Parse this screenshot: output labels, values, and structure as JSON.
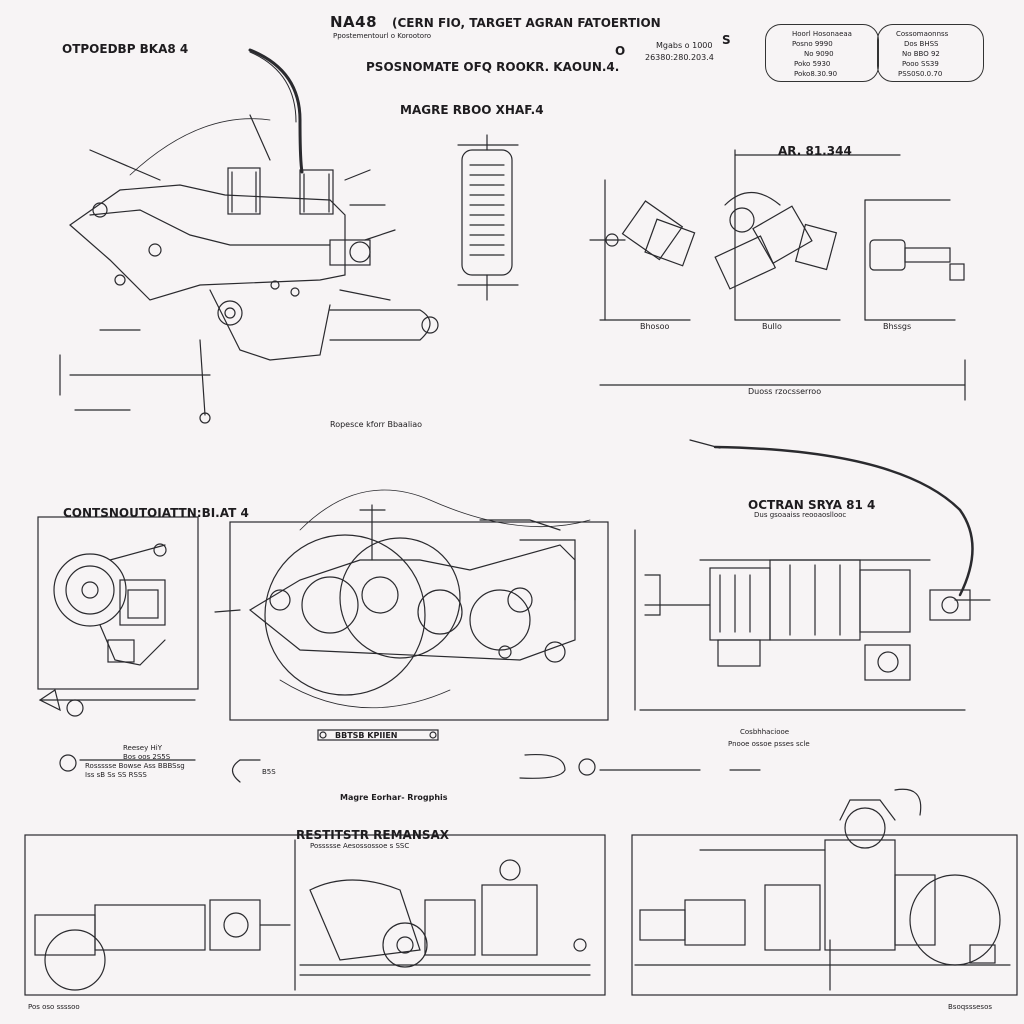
{
  "header": {
    "code": "NA48",
    "title": "(CERN FIO, TARGET AGRAN FATOERTION",
    "title_sub": "Ppostementourl  o  Korootoro",
    "top_left_label": "OTPOEDBP  BKA8 4",
    "sheet_label": "PSOSNOMATE  OFQ  ROOKR.  KAOUN.4.",
    "ref_top": "Mgabs  o  1000",
    "ref_bottom": "26380:280.203.4",
    "ref_mark_a": "O",
    "ref_mark_b": "S"
  },
  "stamp_boxes": [
    {
      "lines": [
        "Hoorl  Hosonaeaa",
        "Posno 9990",
        "No 9090",
        "Poko 5930",
        "Poko8.30.90"
      ]
    },
    {
      "lines": [
        "Cossomaonnss",
        "Dos  BHSS",
        "No  BBO 92",
        "Pooo  SS39",
        "PSS0S0.0.70"
      ]
    }
  ],
  "sections": {
    "macro_label": "MAGRE  RBOO  XHAF.4",
    "ar_label": "AR. 81.344",
    "views_caption": "Duoss  rzocsserroo",
    "view_bottoms": [
      "Bhosoo",
      "Bullo",
      "Bhssgs"
    ],
    "upper_caption": "Ropesce  kforr  Bbaaliao",
    "construction_label": "CONTSNOUTOIATTN:BI.AT 4",
    "octran_label": "OCTRAN  SRYA  81 4",
    "octran_sub": "Dus  gsoaaiss  reooaosllooc",
    "mid_bar_label": "BBTSB  KPIIEN",
    "mid_left_notes": [
      "Reesey  HiY",
      "Bos  oos  2S5S",
      "Rossssse  Bowse  Ass  BBBSsg",
      "Iss  sB  Ss  SS  RSSS"
    ],
    "mid_right_notes": [
      "Cosbhhaciooe",
      "Pnooe  ossoe  psses  scle"
    ],
    "mid_footer": "Magre  Eorhar-  Rrogphis",
    "mid_small": "B5S",
    "resistor_label": "RESTITSTR  REMANSAX",
    "resistor_sub": "Possssse  Aesossossoe  s  SSC",
    "footer_left": "Pos  oso  ssssoo",
    "footer_right": "Bsoqsssesos"
  }
}
